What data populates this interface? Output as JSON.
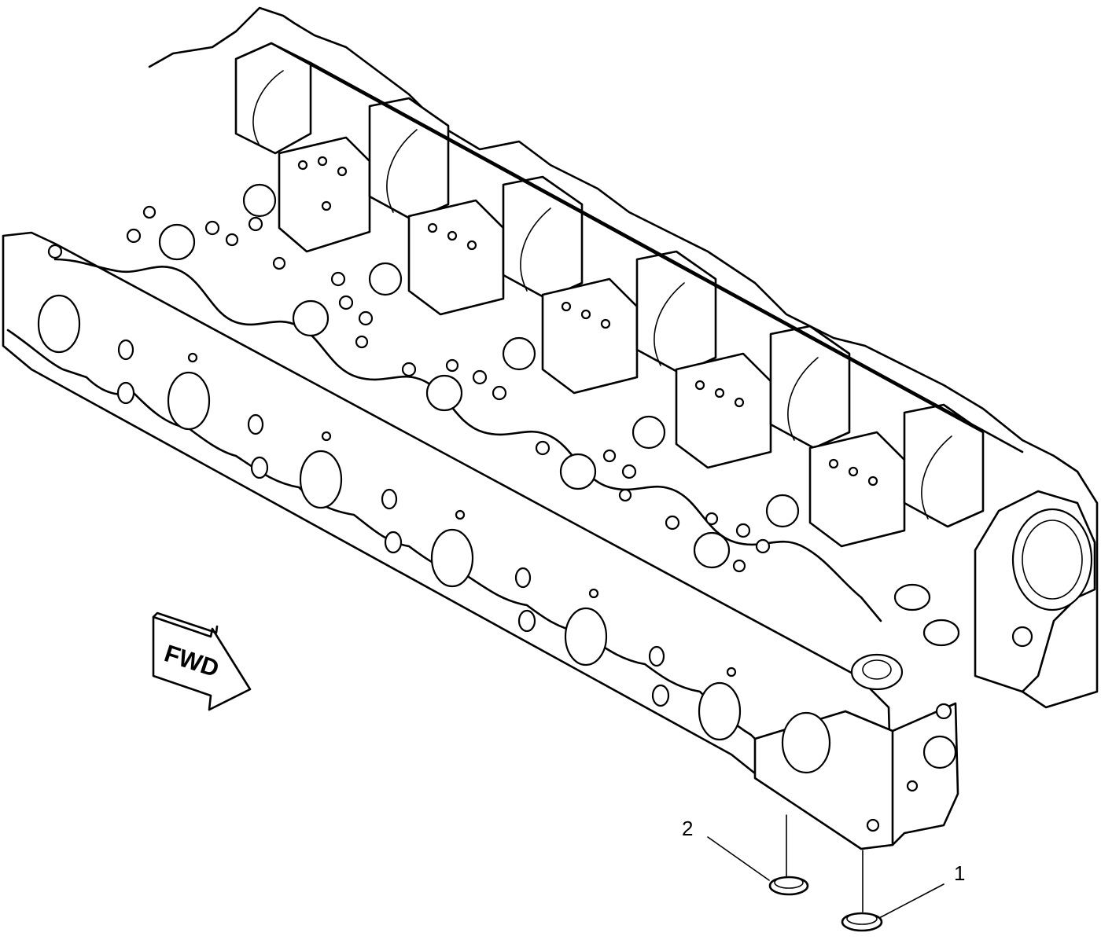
{
  "diagram": {
    "direction_label": "FWD",
    "callouts": [
      {
        "id": "1",
        "label": "1",
        "part": "plug-large"
      },
      {
        "id": "2",
        "label": "2",
        "part": "plug-small"
      }
    ],
    "colors": {
      "line": "#000000",
      "background": "#ffffff"
    }
  }
}
